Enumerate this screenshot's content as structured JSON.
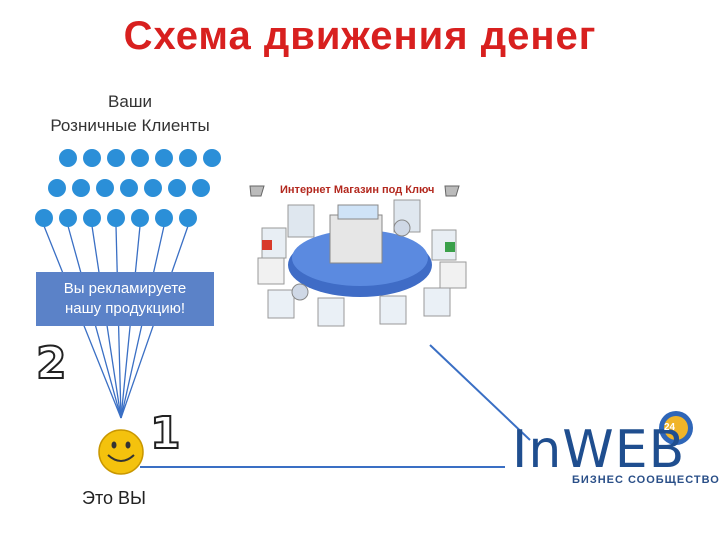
{
  "title": "Схема движения денег",
  "clients": {
    "line1": "Ваши",
    "line2": "Розничные Клиенты",
    "rows": [
      7,
      7,
      7
    ]
  },
  "ad_box": {
    "line1": "Вы рекламируете",
    "line2": "нашу продукцию!"
  },
  "step_two": "2",
  "step_one": "1",
  "you_label": "Это ВЫ",
  "store_title": "Интернет Магазин под Ключ",
  "logo": {
    "main": "InWEB",
    "badge": "24",
    "subtitle": "БИЗНЕС СООБЩЕСТВО"
  },
  "colors": {
    "title": "#d8201f",
    "client_dot": "#2b8fd8",
    "ad_box": "#5b82c8",
    "logo": "#1f4e8f",
    "line": "#3a6fc4"
  }
}
